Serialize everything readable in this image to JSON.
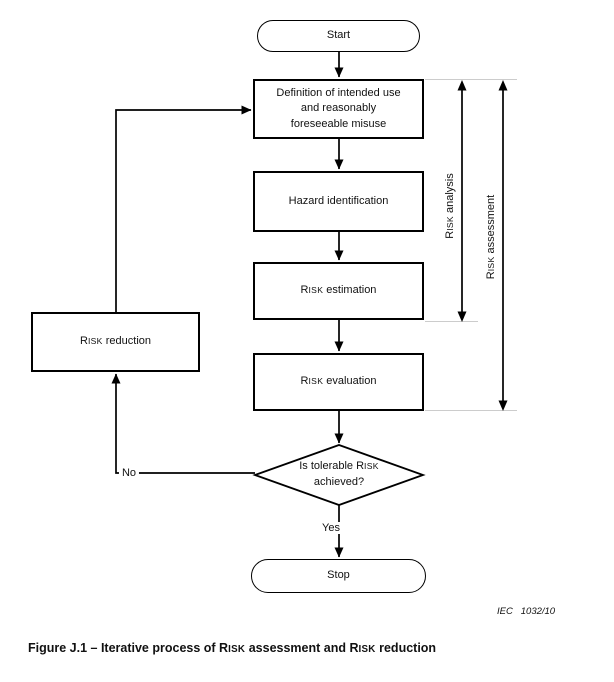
{
  "figure": {
    "caption": "Figure J.1 – Iterative process of RISK assessment and RISK reduction",
    "source_note": "IEC   1032/10"
  },
  "flowchart": {
    "nodes": {
      "start": "Start",
      "definition": "Definition of intended use and reasonably foreseeable misuse",
      "hazard_identification": "Hazard identification",
      "risk_estimation": "RISK estimation",
      "risk_evaluation": "RISK evaluation",
      "decision": "Is tolerable RISK achieved?",
      "risk_reduction": "RISK reduction",
      "stop": "Stop"
    },
    "edge_labels": {
      "yes": "Yes",
      "no": "No"
    },
    "brackets": {
      "analysis": "RISK analysis",
      "assessment": "RISK assessment"
    },
    "colors": {
      "line": "#000000",
      "tick": "#cccccc",
      "background": "#ffffff",
      "text": "#111111"
    }
  }
}
